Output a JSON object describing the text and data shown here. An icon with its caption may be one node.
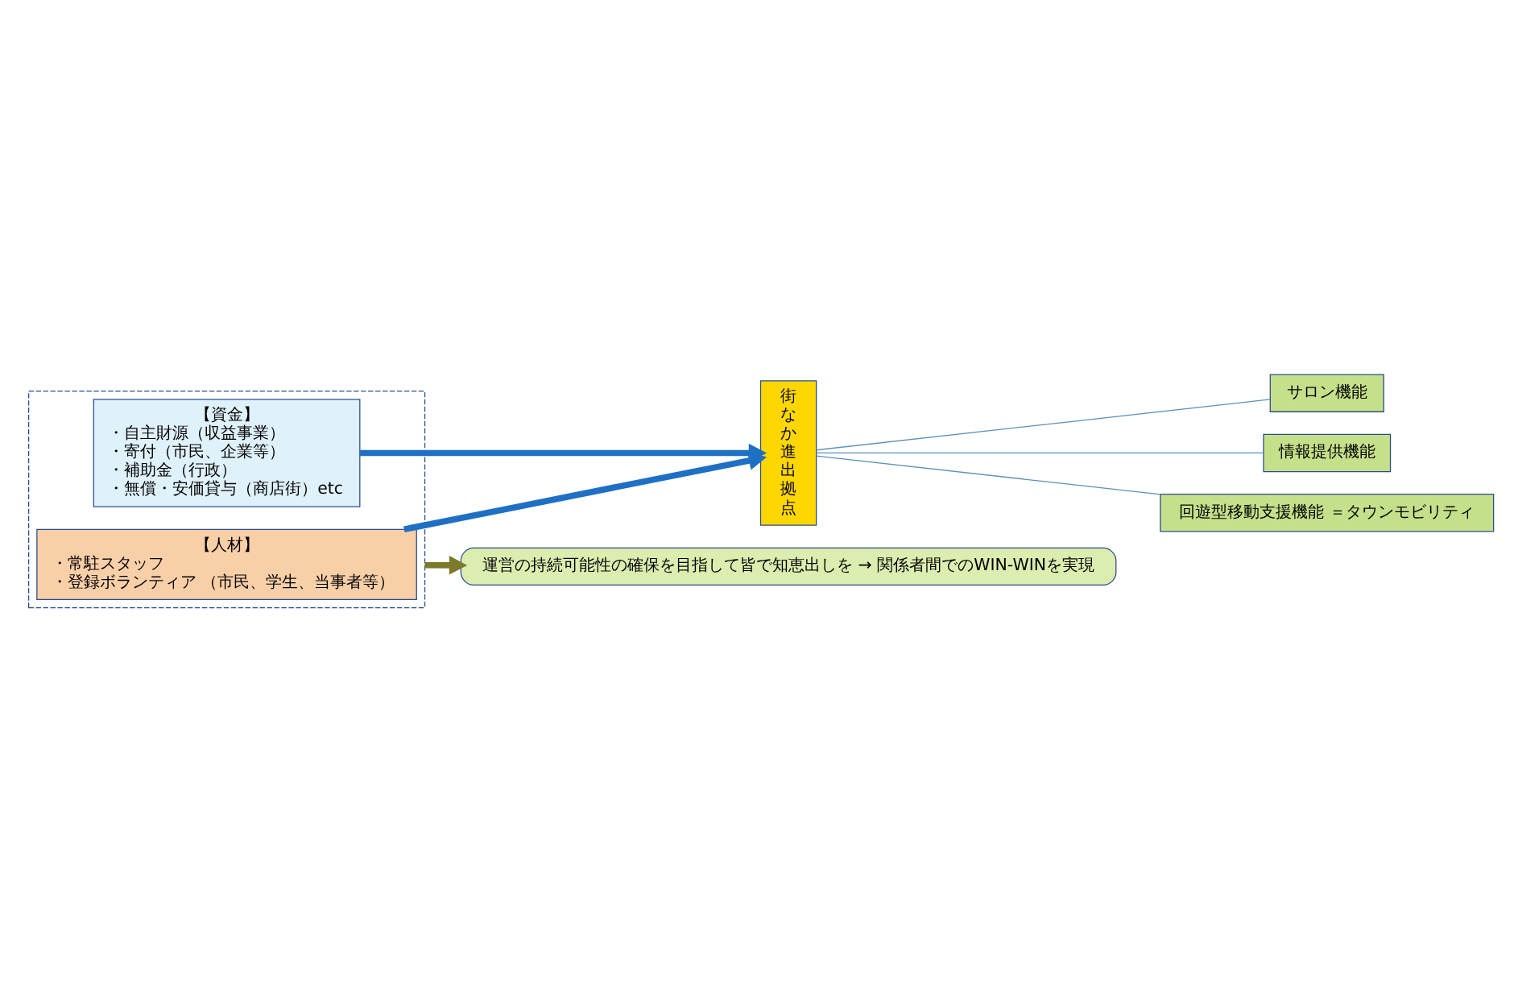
{
  "diagram": {
    "nodes": [
      {
        "text": [],
        "shape": "box"
      },
      {
        "text": [
          "【人材】",
          "・常駐スタッフ",
          "・登録ボランティア （市民、学生、当事者等）"
        ],
        "in": 0
      },
      {
        "text": [
          "【資金】",
          "・自主財源（収益事業）",
          "・寄付（市民、企業等）",
          "・補助金（行政）",
          "・無償・安価貸与（商店街）etc"
        ],
        "in": 0
      },
      {
        "text": [
          "街なか進出拠点"
        ]
      },
      {
        "text": [
          "サロン機能"
        ]
      },
      {
        "text": [
          "情報提供機能"
        ]
      },
      {
        "text": [
          "回遊型移動支援機能 ＝タウンモビリティ"
        ]
      },
      {
        "text": [
          "運営の持続可能性の確保を目指して皆で知恵出しを → 関係者間でのWIN-WINを実現"
        ]
      }
    ],
    "edges": [
      {
        "from": 1,
        "to": 3,
        "arrow": "to",
        "style": "thick",
        "color": "#1f6fc4"
      },
      {
        "from": 2,
        "to": 3,
        "arrow": "to",
        "style": "thick",
        "color": "#1f6fc4"
      },
      {
        "from": 3,
        "to": 4,
        "arrow": "none"
      },
      {
        "from": 3,
        "to": 5,
        "arrow": "none"
      },
      {
        "from": 3,
        "to": 6,
        "arrow": "none"
      },
      {
        "from": 0,
        "to": 7,
        "arrow": "to",
        "style": "thick",
        "color": "#7a7a2a"
      }
    ]
  }
}
